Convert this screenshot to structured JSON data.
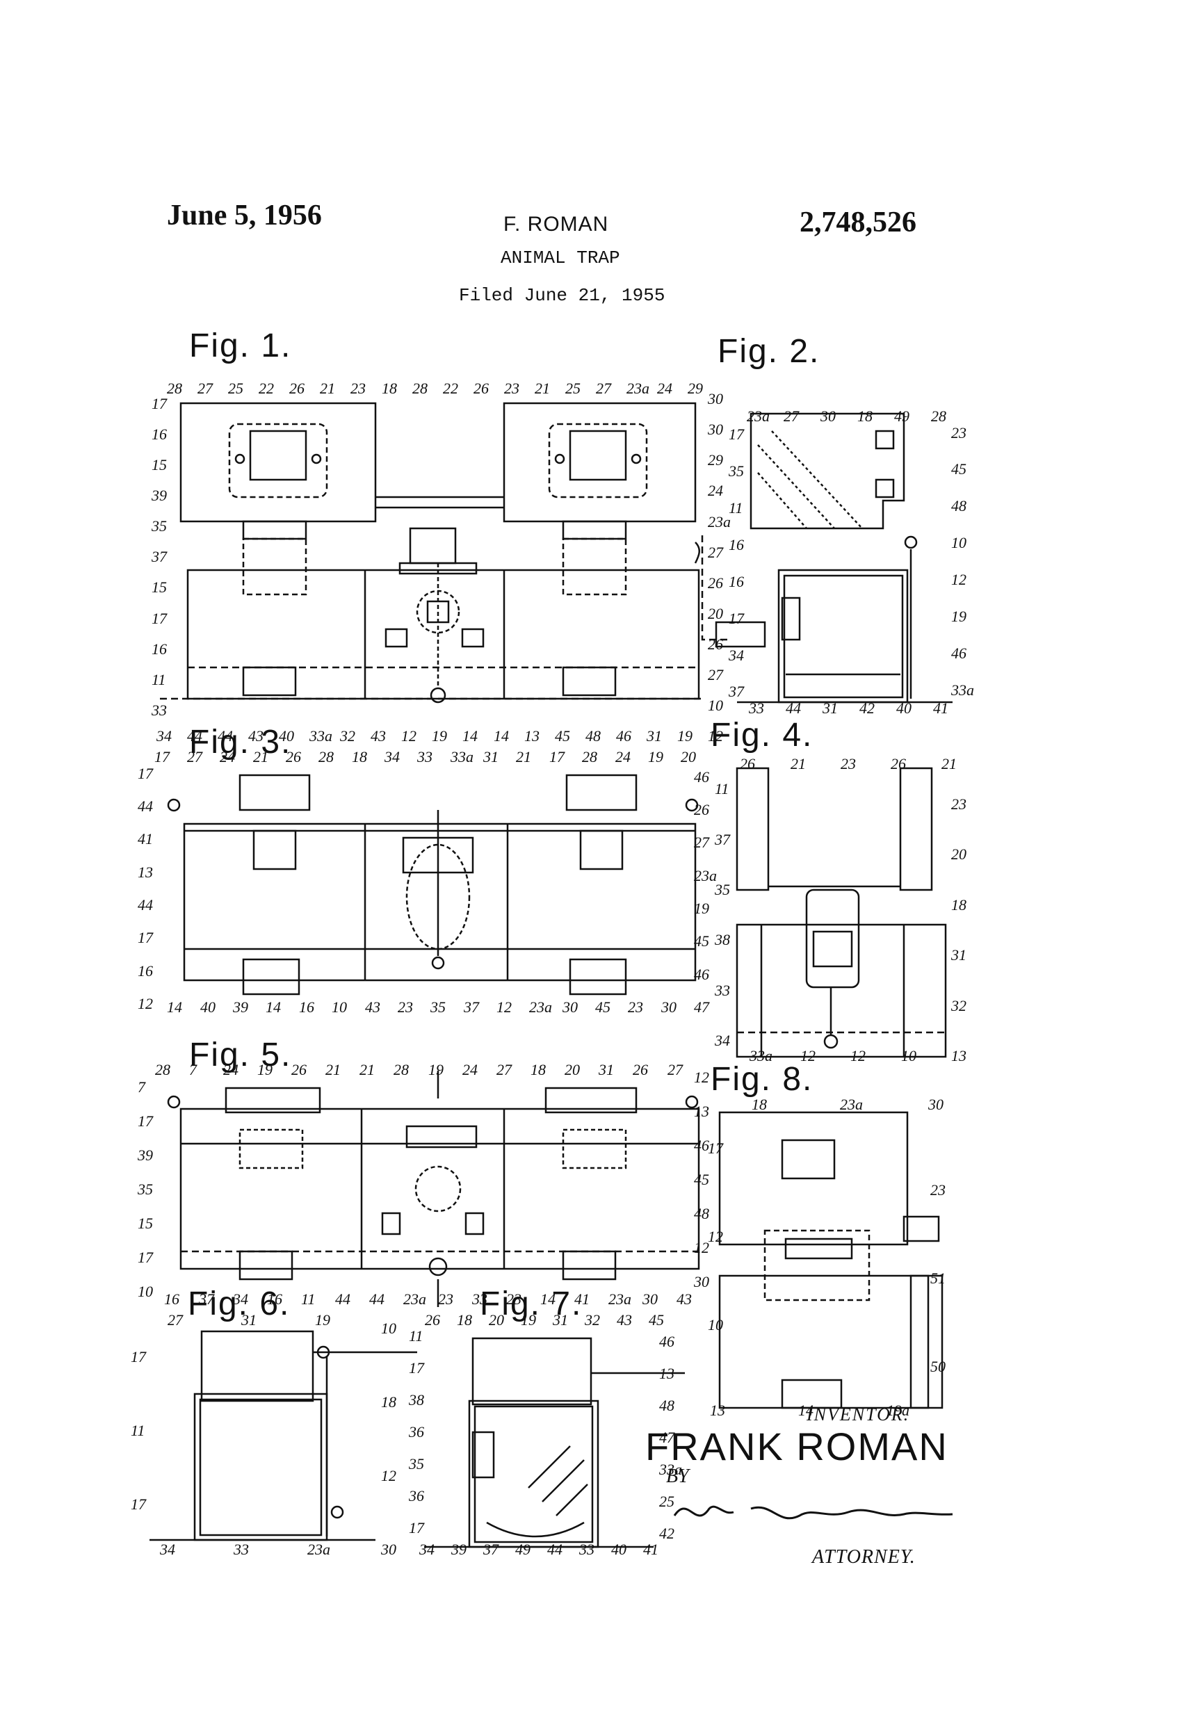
{
  "header": {
    "date": "June 5, 1956",
    "inventor_short": "F. ROMAN",
    "patent_number": "2,748,526",
    "title": "ANIMAL TRAP",
    "filed": "Filed June 21, 1955"
  },
  "figures": {
    "fig1": "Fig. 1.",
    "fig2": "Fig. 2.",
    "fig3": "Fig. 3.",
    "fig4": "Fig. 4.",
    "fig5": "Fig. 5.",
    "fig6": "Fig. 6.",
    "fig7": "Fig. 7.",
    "fig8": "Fig. 8."
  },
  "signature_block": {
    "inventor_caption": "INVENTOR.",
    "inventor_name": "FRANK ROMAN",
    "by": "BY",
    "attorney": "ATTORNEY."
  },
  "callouts": {
    "fig1": [
      "28",
      "27",
      "25",
      "22",
      "26",
      "21",
      "23",
      "18",
      "28",
      "22",
      "26",
      "23",
      "21",
      "25",
      "27",
      "23a",
      "24",
      "29",
      "30",
      "30",
      "29",
      "24",
      "23a",
      "27",
      "26",
      "20",
      "26",
      "27",
      "10",
      "12",
      "19",
      "31",
      "46",
      "48",
      "45",
      "13",
      "14",
      "14",
      "19",
      "12",
      "43",
      "32",
      "33a",
      "40",
      "43",
      "44",
      "44",
      "34",
      "33",
      "11",
      "16",
      "17",
      "15",
      "37",
      "35",
      "39",
      "15",
      "16",
      "17"
    ],
    "fig2": [
      "23a",
      "27",
      "30",
      "18",
      "49",
      "28",
      "23",
      "45",
      "48",
      "10",
      "12",
      "19",
      "46",
      "33a",
      "41",
      "40",
      "42",
      "31",
      "44",
      "33",
      "37",
      "34",
      "17",
      "16",
      "16",
      "11",
      "35",
      "17"
    ],
    "fig3": [
      "17",
      "27",
      "24",
      "21",
      "26",
      "28",
      "18",
      "34",
      "33",
      "33a",
      "31",
      "21",
      "17",
      "28",
      "24",
      "19",
      "20",
      "46",
      "26",
      "27",
      "23a",
      "19",
      "45",
      "46",
      "47",
      "30",
      "23",
      "45",
      "30",
      "23a",
      "12",
      "37",
      "35",
      "23",
      "43",
      "10",
      "16",
      "14",
      "39",
      "40",
      "14",
      "12",
      "16",
      "17",
      "44",
      "13",
      "41",
      "44",
      "17"
    ],
    "fig4": [
      "26",
      "21",
      "23",
      "26",
      "21",
      "23",
      "20",
      "18",
      "31",
      "32",
      "13",
      "10",
      "12",
      "12",
      "33a",
      "34",
      "33",
      "38",
      "35",
      "37",
      "11"
    ],
    "fig5": [
      "28",
      "7",
      "24",
      "19",
      "26",
      "21",
      "21",
      "28",
      "19",
      "24",
      "27",
      "18",
      "20",
      "31",
      "26",
      "27",
      "12",
      "13",
      "46",
      "45",
      "48",
      "12",
      "30",
      "43",
      "30",
      "23a",
      "41",
      "14",
      "23",
      "33",
      "23",
      "23a",
      "44",
      "44",
      "11",
      "16",
      "34",
      "37",
      "16",
      "10",
      "17",
      "15",
      "35",
      "39",
      "17",
      "7"
    ],
    "fig6": [
      "27",
      "31",
      "19",
      "10",
      "18",
      "12",
      "30",
      "23a",
      "33",
      "34",
      "17",
      "11",
      "17"
    ],
    "fig7": [
      "26",
      "18",
      "20",
      "19",
      "31",
      "32",
      "43",
      "45",
      "46",
      "13",
      "48",
      "47",
      "33a",
      "25",
      "42",
      "41",
      "40",
      "33",
      "44",
      "49",
      "37",
      "39",
      "34",
      "17",
      "36",
      "35",
      "36",
      "38",
      "17",
      "11"
    ],
    "fig8": [
      "18",
      "23a",
      "30",
      "23",
      "51",
      "50",
      "19a",
      "14",
      "13",
      "10",
      "12",
      "17"
    ]
  }
}
